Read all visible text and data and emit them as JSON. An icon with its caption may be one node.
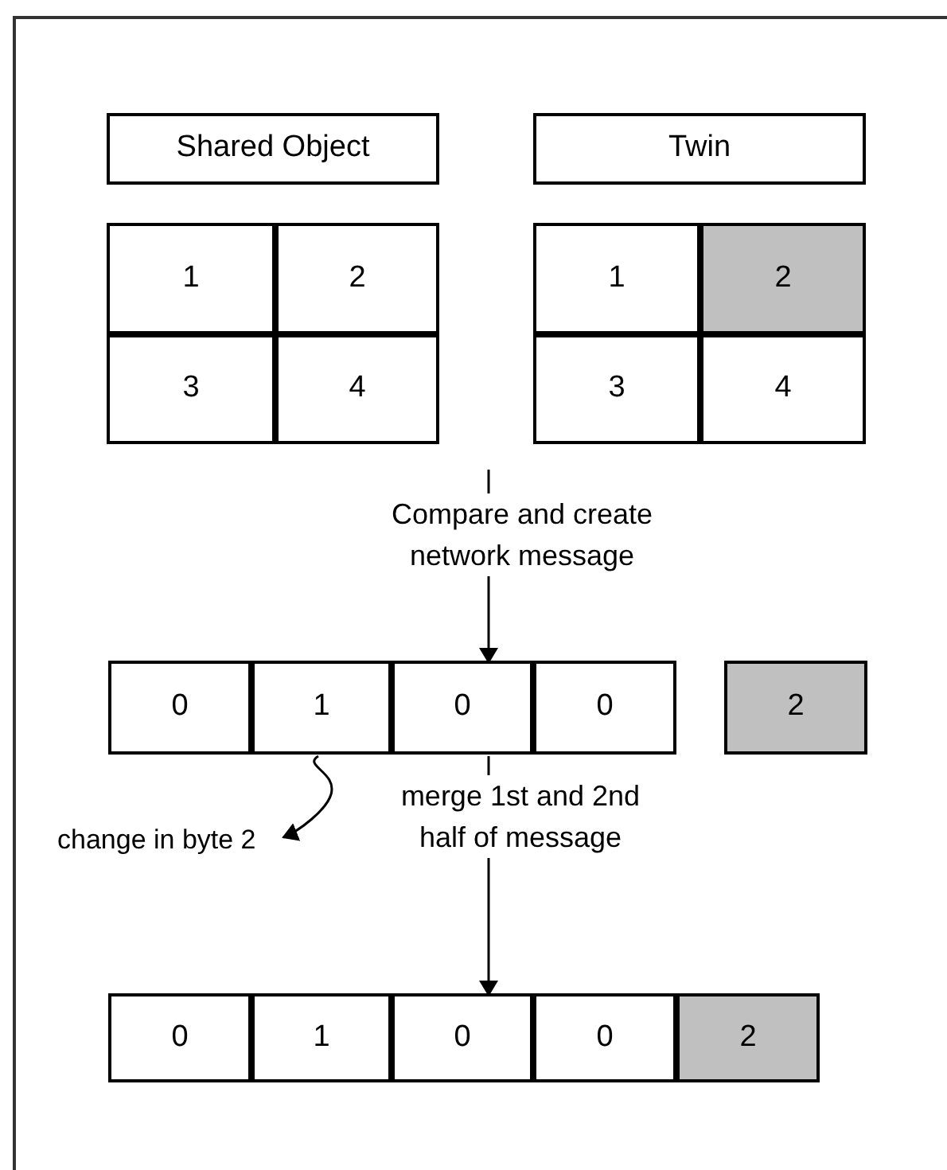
{
  "diagram": {
    "nodes": [
      {
        "text": [
          "Shared Object"
        ]
      },
      {
        "text": [
          "Twin"
        ]
      },
      {
        "text": [
          "1"
        ]
      },
      {
        "text": [
          "2"
        ]
      },
      {
        "text": [
          "3"
        ]
      },
      {
        "text": [
          "4"
        ]
      },
      {
        "text": [
          "1"
        ]
      },
      {
        "text": [
          "2"
        ]
      },
      {
        "text": [
          "3"
        ]
      },
      {
        "text": [
          "4"
        ]
      },
      {
        "text": [
          "0"
        ]
      },
      {
        "text": [
          "1"
        ]
      },
      {
        "text": [
          "0"
        ]
      },
      {
        "text": [
          "0"
        ]
      },
      {
        "text": [
          "2"
        ]
      },
      {
        "text": [
          "change in byte 2"
        ]
      },
      {
        "text": [
          "0"
        ]
      },
      {
        "text": [
          "1"
        ]
      },
      {
        "text": [
          "0"
        ]
      },
      {
        "text": [
          "0"
        ]
      },
      {
        "text": [
          "2"
        ]
      }
    ],
    "edges": [
      {
        "from": null,
        "to": 12,
        "arrow": "to",
        "label": "Compare and create network message"
      },
      {
        "from": 12,
        "to": 18,
        "arrow": "to",
        "label": "merge 1st and 2nd half of message"
      },
      {
        "from": 11,
        "to": 15,
        "arrow": "to"
      }
    ]
  }
}
